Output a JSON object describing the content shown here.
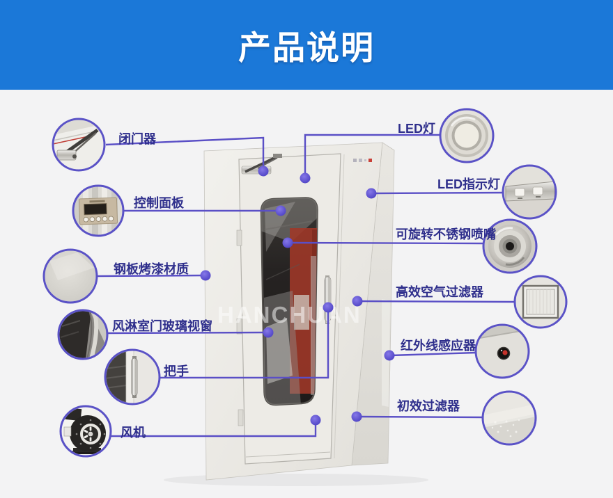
{
  "page": {
    "title": "产品说明",
    "watermark": "HANCHUAN"
  },
  "colors": {
    "banner_blue": "#1b78d8",
    "label_text": "#2f2f8c",
    "callout_line": "#5a4fc6",
    "callout_circle_border": "#5a52c6",
    "anchor_dot": "#5a4fd4",
    "background": "#f3f3f4",
    "cabinet_body": "#ebe9e4"
  },
  "callouts": {
    "left": [
      {
        "id": "door-closer",
        "label": "闭门器",
        "icon": "door-closer-photo"
      },
      {
        "id": "control-panel",
        "label": "控制面板",
        "icon": "control-panel-photo"
      },
      {
        "id": "steel-plate",
        "label": "钢板烤漆材质",
        "icon": "painted-steel-photo"
      },
      {
        "id": "door-glass",
        "label": "风淋室门玻璃视窗",
        "icon": "door-glass-window-photo"
      },
      {
        "id": "handle",
        "label": "把手",
        "icon": "handle-photo"
      },
      {
        "id": "fan",
        "label": "风机",
        "icon": "blower-fan-photo"
      }
    ],
    "right": [
      {
        "id": "led-light",
        "label": "LED灯",
        "icon": "led-light-photo"
      },
      {
        "id": "led-indicator",
        "label": "LED指示灯",
        "icon": "led-indicator-photo"
      },
      {
        "id": "nozzle",
        "label": "可旋转不锈钢喷嘴",
        "icon": "stainless-nozzle-photo"
      },
      {
        "id": "hepa-filter",
        "label": "高效空气过滤器",
        "icon": "hepa-filter-photo"
      },
      {
        "id": "ir-sensor",
        "label": "红外线感应器",
        "icon": "infrared-sensor-photo"
      },
      {
        "id": "pre-filter",
        "label": "初效过滤器",
        "icon": "primary-filter-photo"
      }
    ]
  }
}
